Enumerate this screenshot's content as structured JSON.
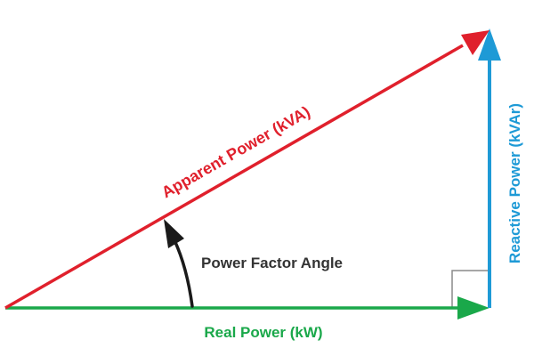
{
  "diagram": {
    "labels": {
      "apparent": "Apparent Power (kVA)",
      "reactive": "Reactive Power (kVAr)",
      "real": "Real Power (kW)",
      "angle": "Power Factor Angle"
    },
    "colors": {
      "apparent": "#e0202c",
      "reactive": "#1e9ad6",
      "real": "#1aa84a",
      "angle": "#1a1a1a",
      "angle_text": "#333333",
      "right_angle_box": "#8a8a8a"
    }
  }
}
